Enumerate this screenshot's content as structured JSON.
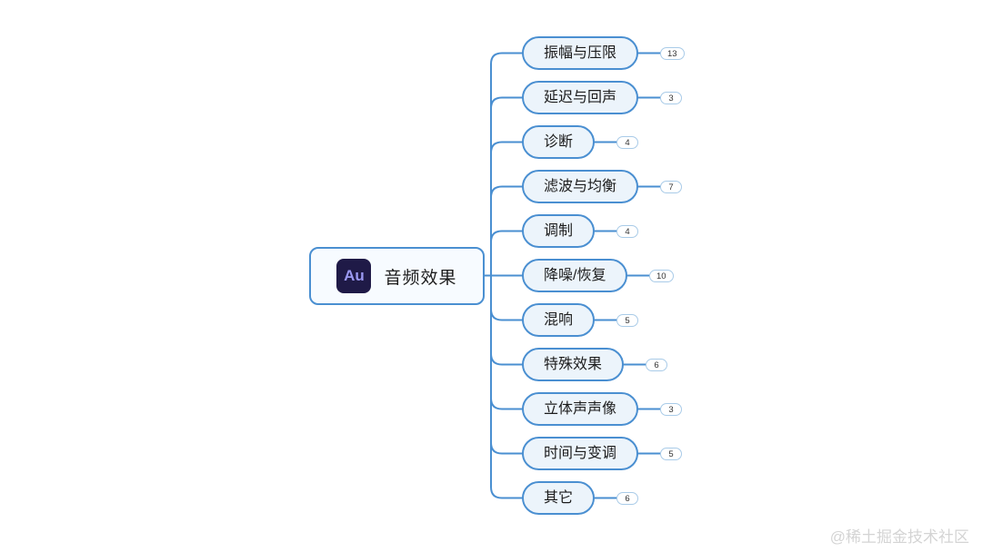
{
  "root": {
    "label": "音频效果",
    "logo_text": "Au"
  },
  "branches": [
    {
      "label": "振幅与压限",
      "count": "13"
    },
    {
      "label": "延迟与回声",
      "count": "3"
    },
    {
      "label": "诊断",
      "count": "4"
    },
    {
      "label": "滤波与均衡",
      "count": "7"
    },
    {
      "label": "调制",
      "count": "4"
    },
    {
      "label": "降噪/恢复",
      "count": "10"
    },
    {
      "label": "混响",
      "count": "5"
    },
    {
      "label": "特殊效果",
      "count": "6"
    },
    {
      "label": "立体声声像",
      "count": "3"
    },
    {
      "label": "时间与变调",
      "count": "5"
    },
    {
      "label": "其它",
      "count": "6"
    }
  ],
  "watermark": "@稀土掘金技术社区",
  "colors": {
    "line": "#4a8fd1",
    "branch_fill": "#ecf4fb",
    "branch_border": "#4a8fd1",
    "root_fill": "#f7fbff",
    "root_border": "#4a8fd1",
    "badge_border": "#a9cbe8",
    "badge_fill": "#ffffff",
    "text": "#1c1c1c",
    "logo_background": "#1f1a47",
    "logo_text_color": "#9b99f2",
    "watermark_color": "#d4d4d4"
  }
}
